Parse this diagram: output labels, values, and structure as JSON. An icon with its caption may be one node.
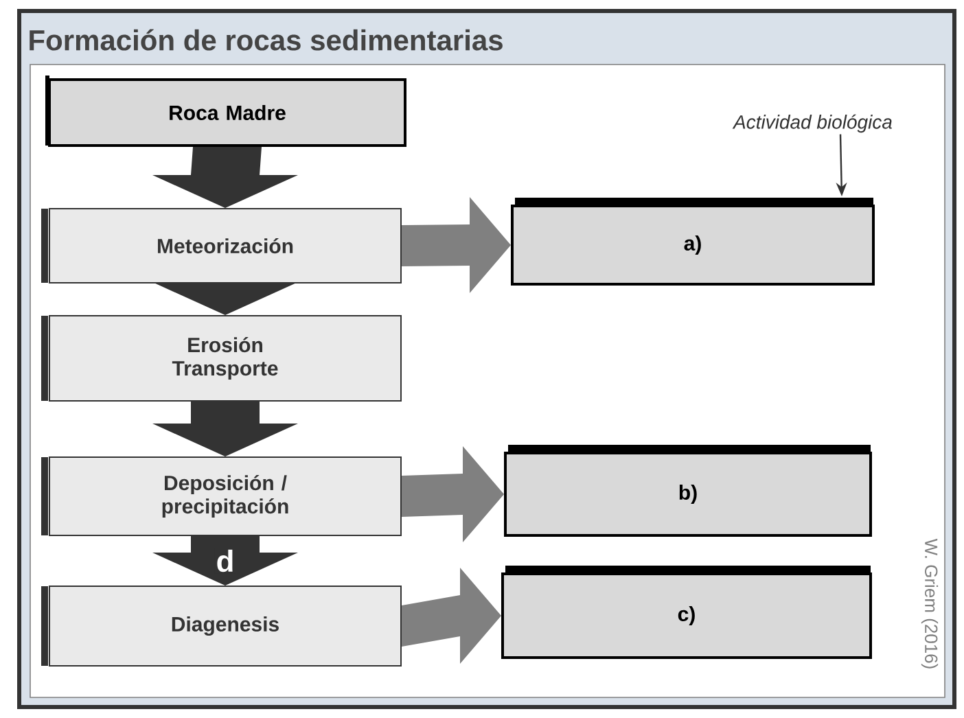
{
  "diagram": {
    "title": "Formación de rocas sedimentarias",
    "nodes": [
      {
        "text": [
          "Roca Madre"
        ]
      },
      {
        "text": [
          "Meteorización"
        ]
      },
      {
        "text": [
          "Erosión Transporte"
        ]
      },
      {
        "text": [
          "Deposición / precipitación"
        ]
      },
      {
        "text": [
          "Diagenesis"
        ]
      },
      {
        "text": [
          "a)"
        ]
      },
      {
        "text": [
          "b)"
        ]
      },
      {
        "text": [
          "c)"
        ]
      },
      {
        "text": [
          "Actividad biológica"
        ]
      }
    ],
    "edges": [
      {
        "from": 0,
        "to": 1,
        "arrow": "to",
        "style": "thick"
      },
      {
        "from": 1,
        "to": 2,
        "arrow": "to",
        "style": "thick"
      },
      {
        "from": 2,
        "to": 3,
        "arrow": "to",
        "style": "thick"
      },
      {
        "from": 3,
        "to": 4,
        "arrow": "to",
        "style": "thick",
        "label": "d"
      },
      {
        "from": 1,
        "to": 5,
        "arrow": "to",
        "style": "thick",
        "color": "#808080"
      },
      {
        "from": 3,
        "to": 6,
        "arrow": "to",
        "style": "thick",
        "color": "#808080"
      },
      {
        "from": 4,
        "to": 7,
        "arrow": "to",
        "style": "thick",
        "color": "#808080"
      },
      {
        "from": 8,
        "to": 5,
        "arrow": "to"
      }
    ],
    "labels": [
      "W. Griem (2016)"
    ]
  }
}
